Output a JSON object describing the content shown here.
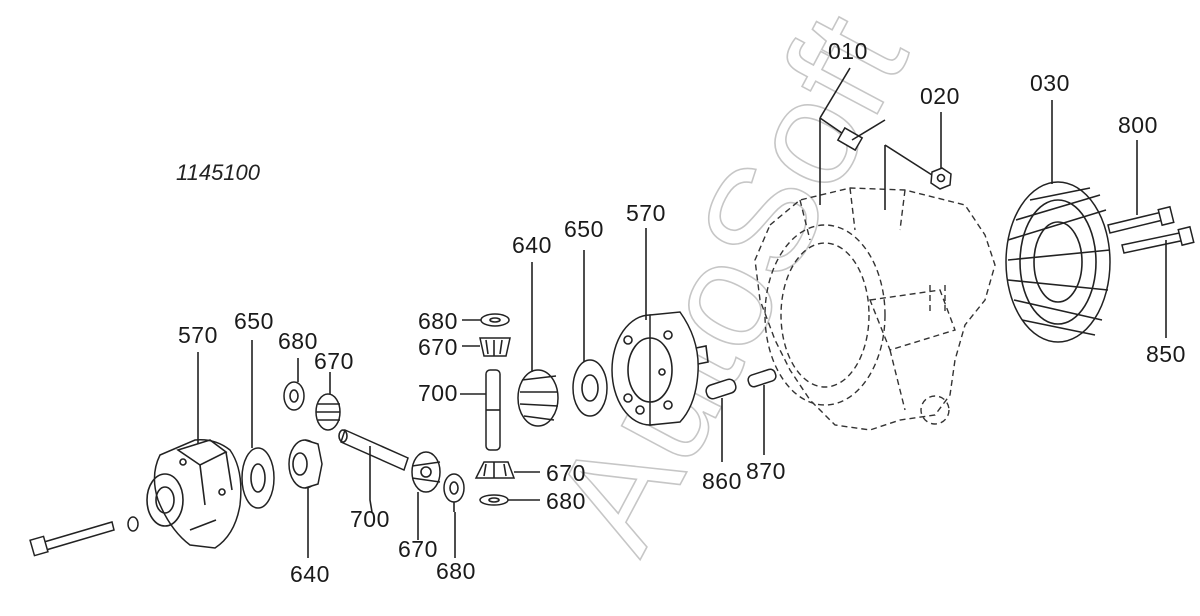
{
  "diagram": {
    "drawing_id": "1145100",
    "watermark": "AutoSoft",
    "callouts": [
      {
        "key": "010",
        "text": "010"
      },
      {
        "key": "020",
        "text": "020"
      },
      {
        "key": "030",
        "text": "030"
      },
      {
        "key": "800",
        "text": "800"
      },
      {
        "key": "850",
        "text": "850"
      },
      {
        "key": "570a",
        "text": "570"
      },
      {
        "key": "570b",
        "text": "570"
      },
      {
        "key": "650a",
        "text": "650"
      },
      {
        "key": "650b",
        "text": "650"
      },
      {
        "key": "640a",
        "text": "640"
      },
      {
        "key": "640b",
        "text": "640"
      },
      {
        "key": "680a",
        "text": "680"
      },
      {
        "key": "680b",
        "text": "680"
      },
      {
        "key": "680c",
        "text": "680"
      },
      {
        "key": "680d",
        "text": "680"
      },
      {
        "key": "670a",
        "text": "670"
      },
      {
        "key": "670b",
        "text": "670"
      },
      {
        "key": "670c",
        "text": "670"
      },
      {
        "key": "670d",
        "text": "670"
      },
      {
        "key": "700a",
        "text": "700"
      },
      {
        "key": "700b",
        "text": "700"
      },
      {
        "key": "860",
        "text": "860"
      },
      {
        "key": "870",
        "text": "870"
      }
    ]
  }
}
